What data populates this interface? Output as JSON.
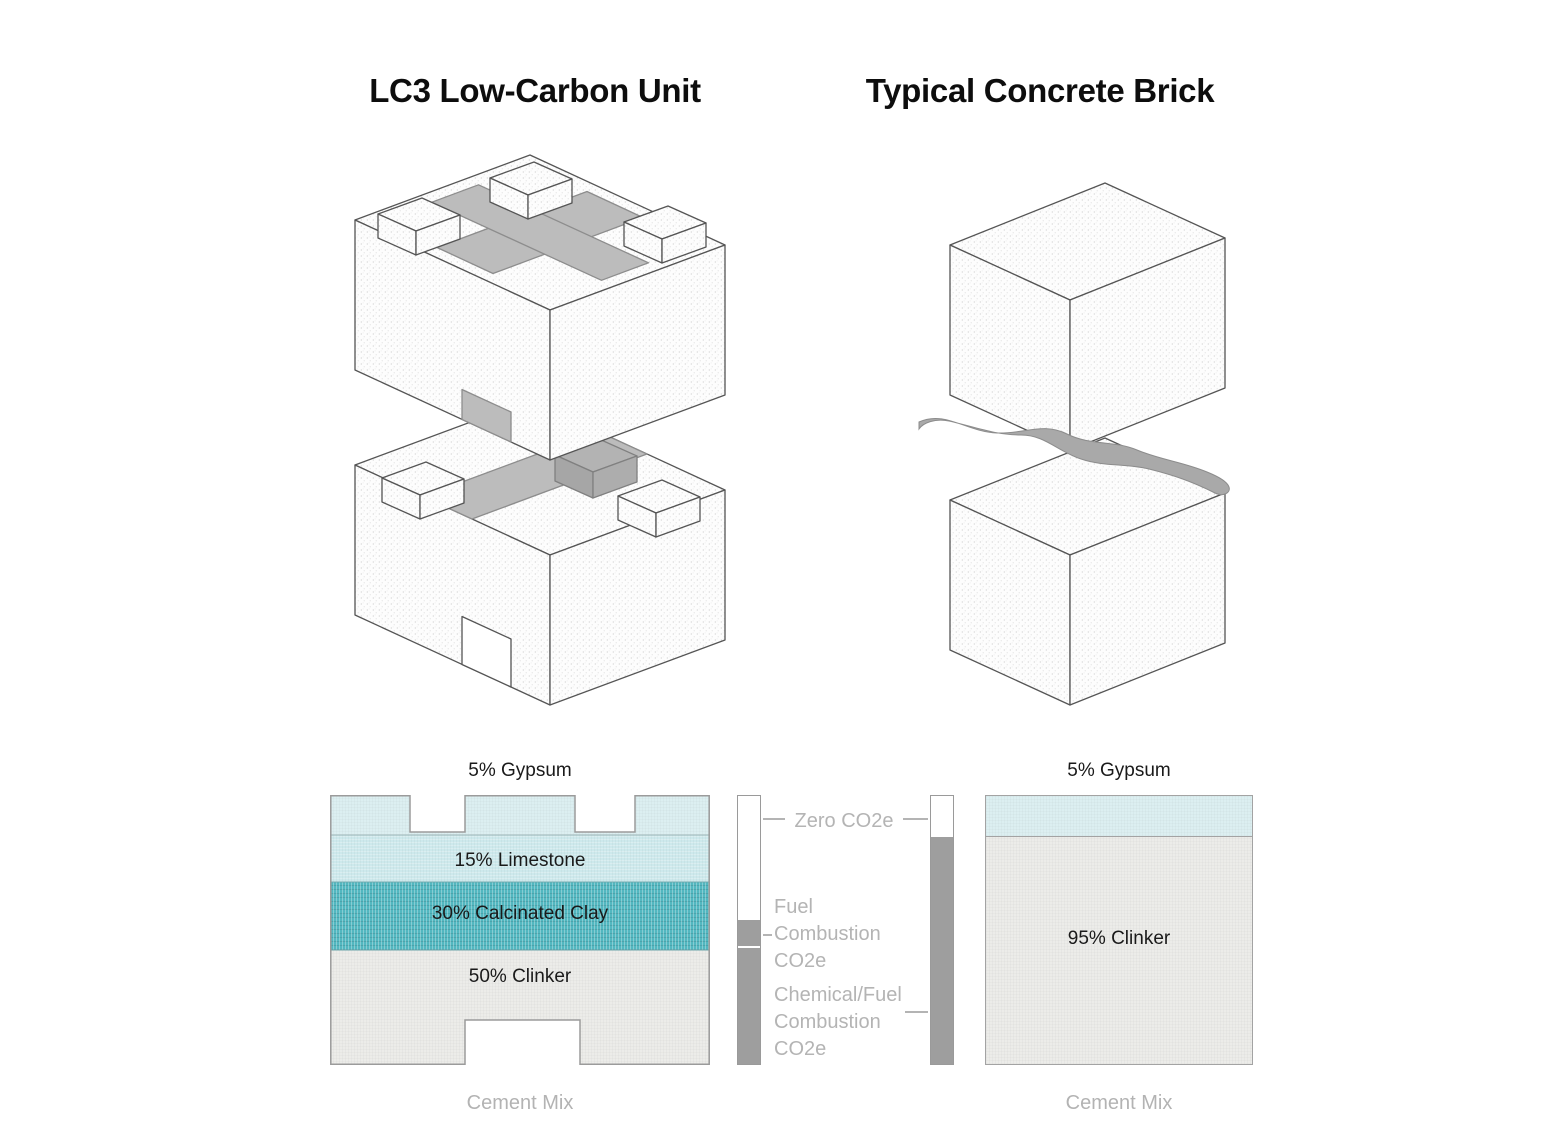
{
  "titles": {
    "lc3": "LC3 Low-Carbon Unit",
    "typical": "Typical Concrete Brick"
  },
  "lc3_composition": {
    "gypsum_label": "5% Gypsum",
    "limestone_label": "15% Limestone",
    "clay_label": "30% Calcinated Clay",
    "clinker_label": "50% Clinker",
    "footer_label": "Cement Mix"
  },
  "typical_composition": {
    "gypsum_label": "5% Gypsum",
    "clinker_label": "95% Clinker",
    "footer_label": "Cement Mix"
  },
  "emissions": {
    "zero_label": "Zero CO2e",
    "fuel_label": "Fuel\nCombustion\nCO2e",
    "chemical_label": "Chemical/Fuel\nCombustion\nCO2e"
  },
  "colors": {
    "gypsum": "#dceff1",
    "limestone": "#cde9ec",
    "calcinated_clay": "#52b7c0",
    "clinker": "#ecece9",
    "emissions_bar": "#9e9e9e",
    "mortar": "#a9a9a9",
    "muted_label": "#b3b3b3"
  }
}
